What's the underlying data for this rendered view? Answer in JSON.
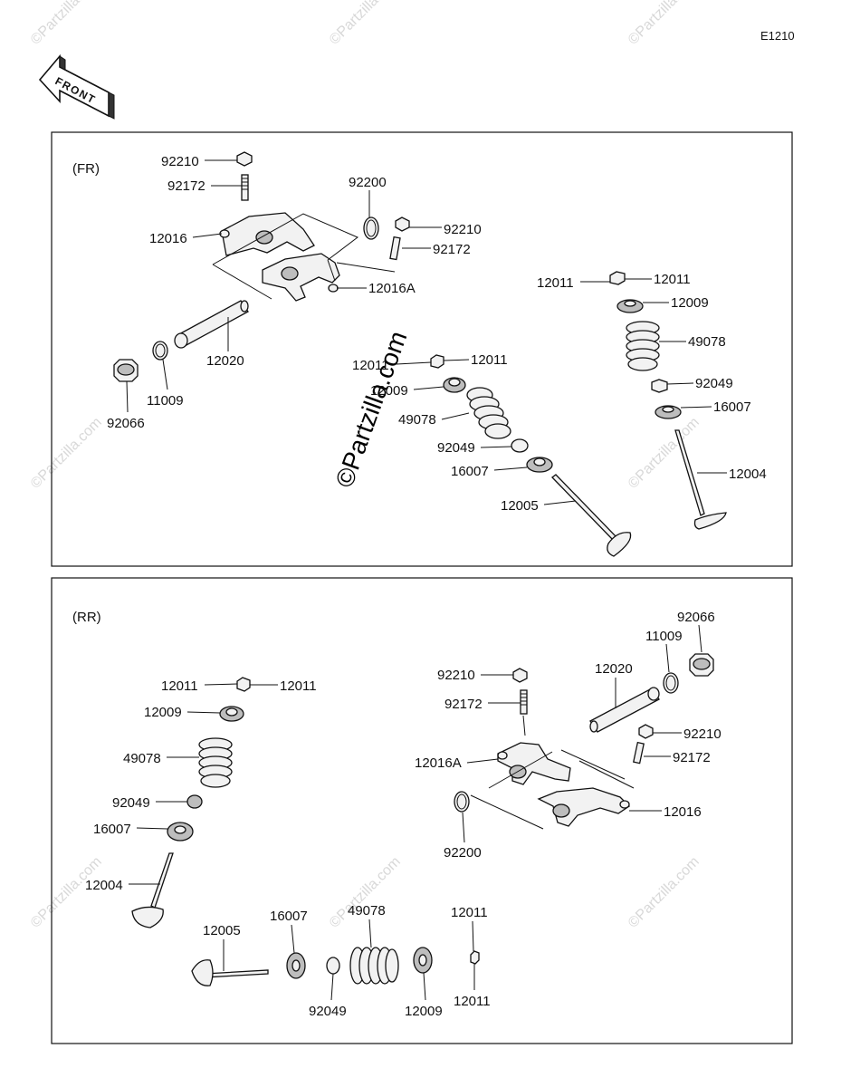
{
  "diagram_code": "E1210",
  "front_arrow_text": "FRONT",
  "watermark": "©Partzilla.com",
  "sections": {
    "front": {
      "tag": "(FR)",
      "labels": [
        "92210",
        "92172",
        "12016",
        "92200",
        "92210",
        "92172",
        "12016A",
        "12020",
        "11009",
        "92066",
        "12011",
        "12011",
        "12009",
        "49078",
        "92049",
        "16007",
        "12004",
        "12011",
        "12011",
        "12009",
        "49078",
        "92049",
        "16007",
        "12005"
      ]
    },
    "rear": {
      "tag": "(RR)",
      "labels": [
        "92066",
        "11009",
        "12020",
        "92210",
        "92172",
        "12016A",
        "92210",
        "92172",
        "12016",
        "92200",
        "12011",
        "12011",
        "12009",
        "49078",
        "92049",
        "16007",
        "12004",
        "12005",
        "16007",
        "49078",
        "12011",
        "92049",
        "12009",
        "12011"
      ]
    }
  }
}
